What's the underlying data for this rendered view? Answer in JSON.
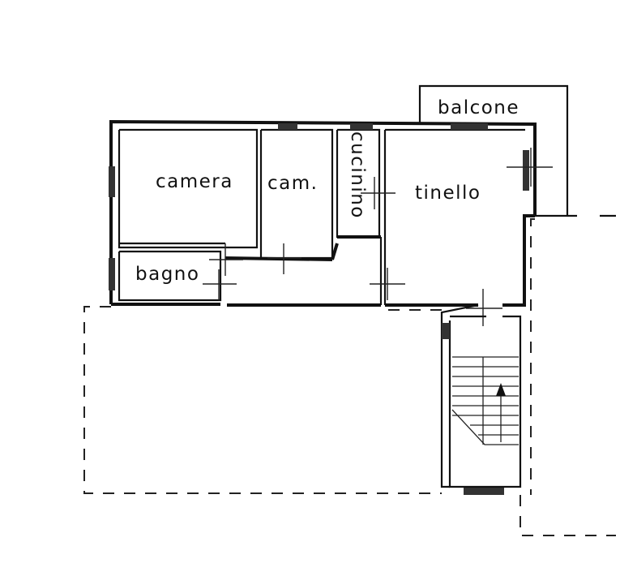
{
  "rooms": {
    "camera": "camera",
    "cam": "cam.",
    "cucinino": "cucinino",
    "tinello": "tinello",
    "bagno": "bagno",
    "balcone": "balcone"
  }
}
